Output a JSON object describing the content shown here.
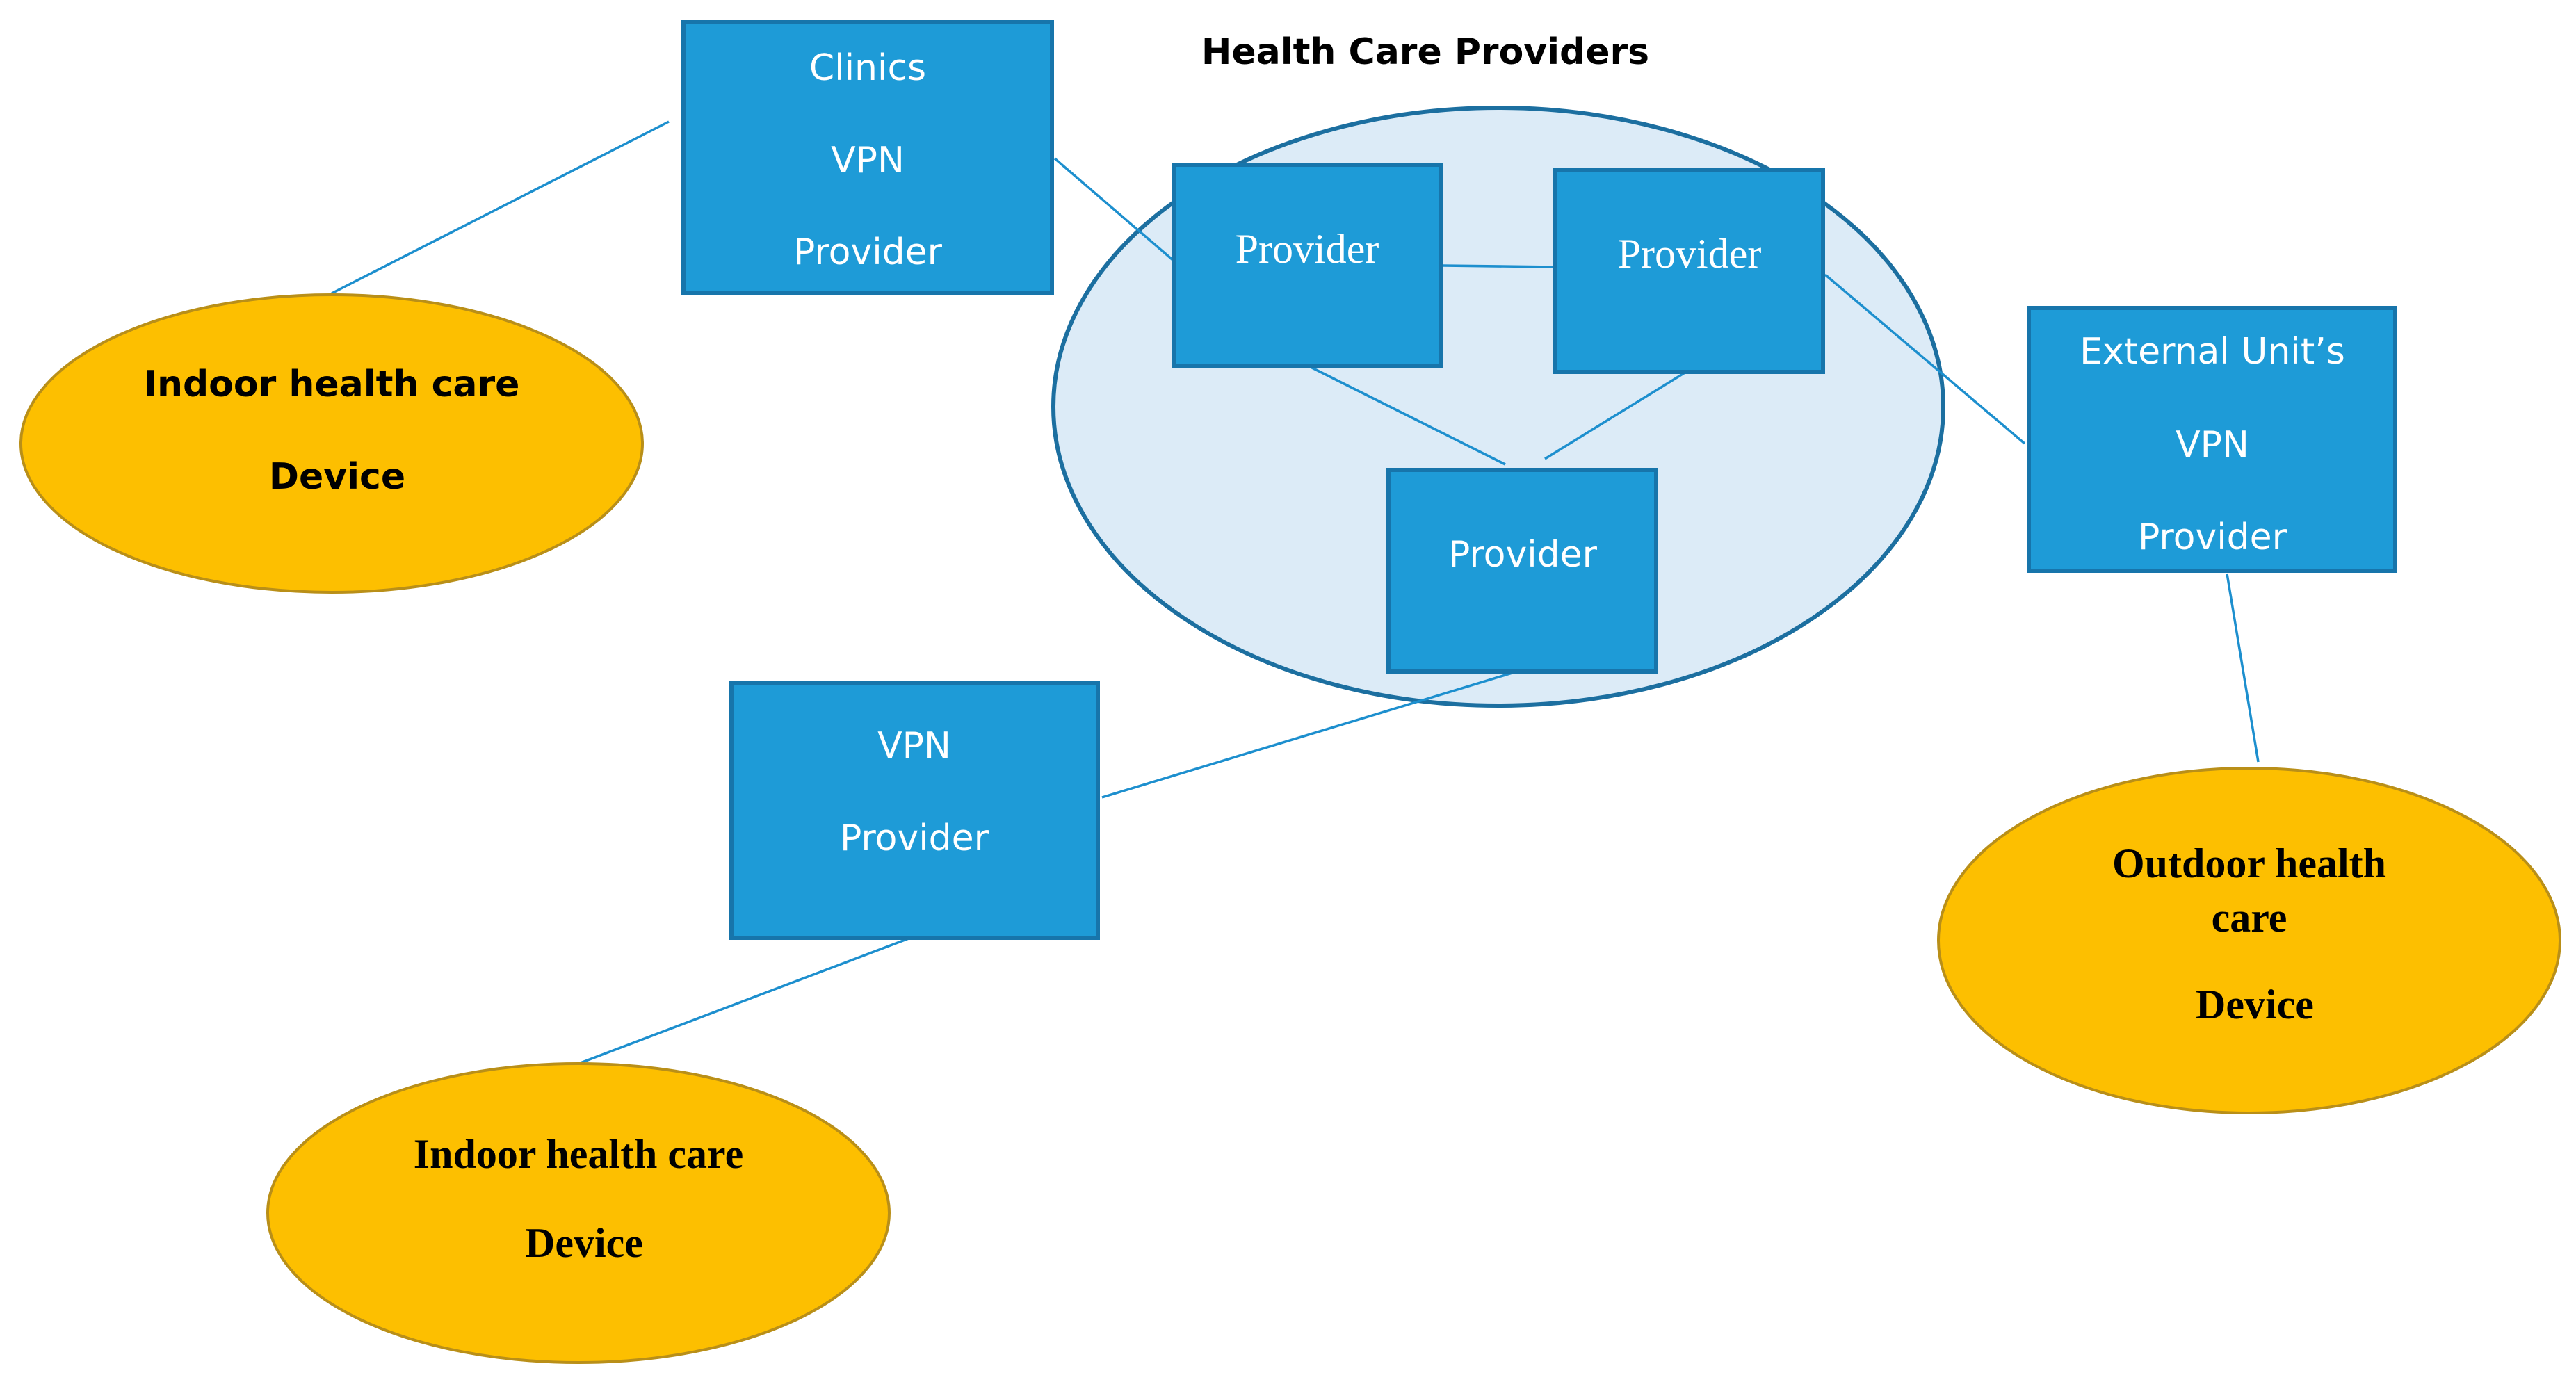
{
  "diagram": {
    "title": "Health Care Providers",
    "boxes": {
      "clinics": [
        "Clinics",
        "VPN",
        "Provider"
      ],
      "provider_top_left": [
        "Provider"
      ],
      "provider_top_right": [
        "Provider"
      ],
      "provider_center": [
        "Provider"
      ],
      "external_unit": [
        "External Unit’s",
        "VPN",
        "Provider"
      ],
      "vpn_bottom": [
        "VPN",
        "Provider"
      ]
    },
    "devices": {
      "indoor_top": [
        "Indoor health care",
        "Device"
      ],
      "indoor_bottom": [
        "Indoor health care",
        "Device"
      ],
      "outdoor": [
        "Outdoor health",
        "care",
        "Device"
      ]
    },
    "colors": {
      "box_fill": "#1e9bd7",
      "cloud_fill": "#dcebf7",
      "device_fill": "#fdbf00",
      "connector": "#1d8fce"
    }
  }
}
